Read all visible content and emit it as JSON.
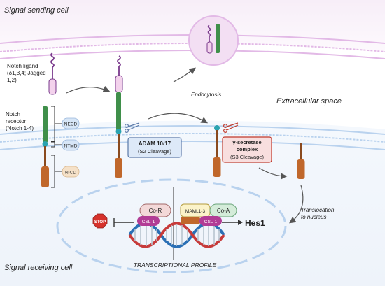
{
  "regions": {
    "top": "Signal sending cell",
    "extracellular": "Extracellular space",
    "bottom": "Signal receiving cell"
  },
  "ligand": {
    "line1": "Notch ligand",
    "line2": "(δ1,3,4; Jagged",
    "line3": "1,2)"
  },
  "receptor": {
    "line1": "Notch",
    "line2": "receptor",
    "line3": "(Notch 1-4)"
  },
  "domains": {
    "necd": "NECD",
    "ntmd": "NTMD",
    "nicd": "NICD"
  },
  "endocytosis": "Endocytosis",
  "adam": {
    "line1": "ADAM 10/17",
    "line2": "(S2 Cleavage)"
  },
  "gamma": {
    "line1": "γ-secretase",
    "line2": "complex",
    "line3": "(S3 Cleavage)"
  },
  "translocation": {
    "line1": "Translocation",
    "line2": "to nucleus"
  },
  "nucleus": {
    "cor": "Co-R",
    "csl_left": "CSL-1",
    "maml": "MAML1-3",
    "coa": "Co-A",
    "csl_right": "CSL-1",
    "stop": "STOP",
    "hes1": "Hes1",
    "profile": "TRANSCRIPTIONAL PROFILE"
  },
  "colors": {
    "membrane": "#e9c8ec",
    "membrane_lower": "#cfe0f2",
    "receptor_green": "#3f8f4a",
    "nicd_orange": "#c0672b",
    "ligand_pink": "#f3d2ec",
    "ligand_purple": "#7a3a8c",
    "teal": "#2aa3b0",
    "csl": "#b23c95",
    "stop_red": "#d6322c"
  }
}
